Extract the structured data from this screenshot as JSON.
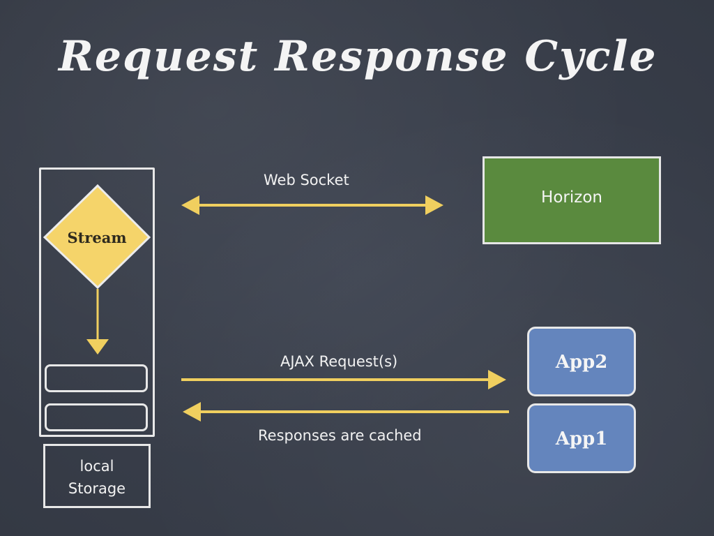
{
  "title": "Request Response Cycle",
  "client": {
    "stream_label": "Stream",
    "storage_line1": "local",
    "storage_line2": "Storage"
  },
  "server": {
    "horizon_label": "Horizon",
    "app2_label": "App2",
    "app1_label": "App1"
  },
  "connections": {
    "web_socket_label": "Web Socket",
    "ajax_label": "AJAX Request(s)",
    "responses_label": "Responses are cached"
  },
  "colors": {
    "background": "#3a3f4a",
    "stream": "#f5d46a",
    "arrow": "#f0cf5f",
    "horizon": "#5a8a3e",
    "app": "#6485bd",
    "chalk": "#e8e8e8"
  }
}
